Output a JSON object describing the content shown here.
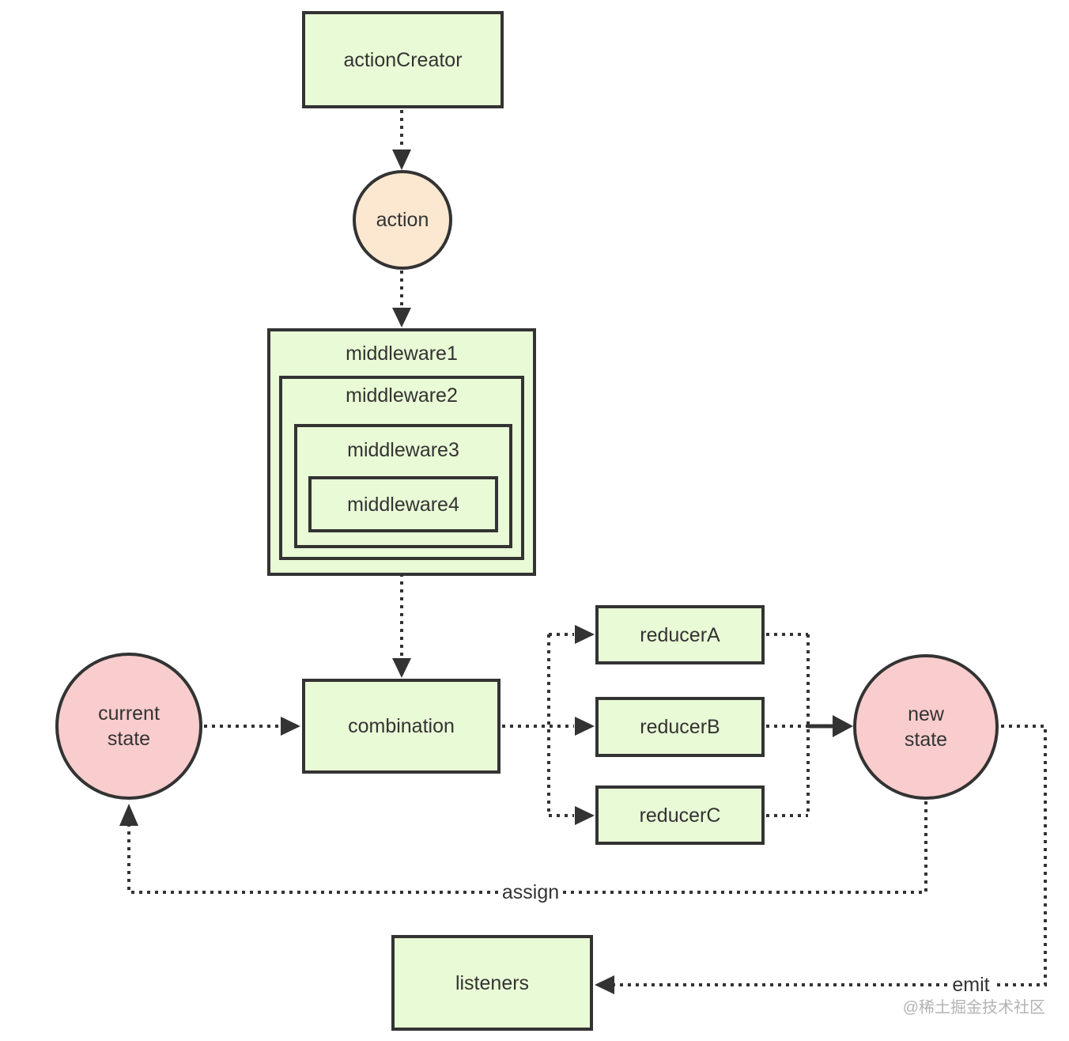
{
  "diagram": {
    "nodes": {
      "action_creator": {
        "label": "actionCreator"
      },
      "action": {
        "label": "action"
      },
      "middleware1": {
        "label": "middleware1"
      },
      "middleware2": {
        "label": "middleware2"
      },
      "middleware3": {
        "label": "middleware3"
      },
      "middleware4": {
        "label": "middleware4"
      },
      "combination": {
        "label": "combination"
      },
      "reducer_a": {
        "label": "reducerA"
      },
      "reducer_b": {
        "label": "reducerB"
      },
      "reducer_c": {
        "label": "reducerC"
      },
      "current_state": {
        "line1": "current",
        "line2": "state"
      },
      "new_state": {
        "line1": "new",
        "line2": "state"
      },
      "listeners": {
        "label": "listeners"
      }
    },
    "edge_labels": {
      "assign": "assign",
      "emit": "emit"
    },
    "watermark": "@稀土掘金技术社区",
    "colors": {
      "node-green": "#e9fad6",
      "node-peach": "#fce8d0",
      "node-pink": "#f9cdcd",
      "stroke": "#333333",
      "text": "#333333",
      "watermark": "#b3b3b3",
      "background": "#ffffff"
    }
  }
}
